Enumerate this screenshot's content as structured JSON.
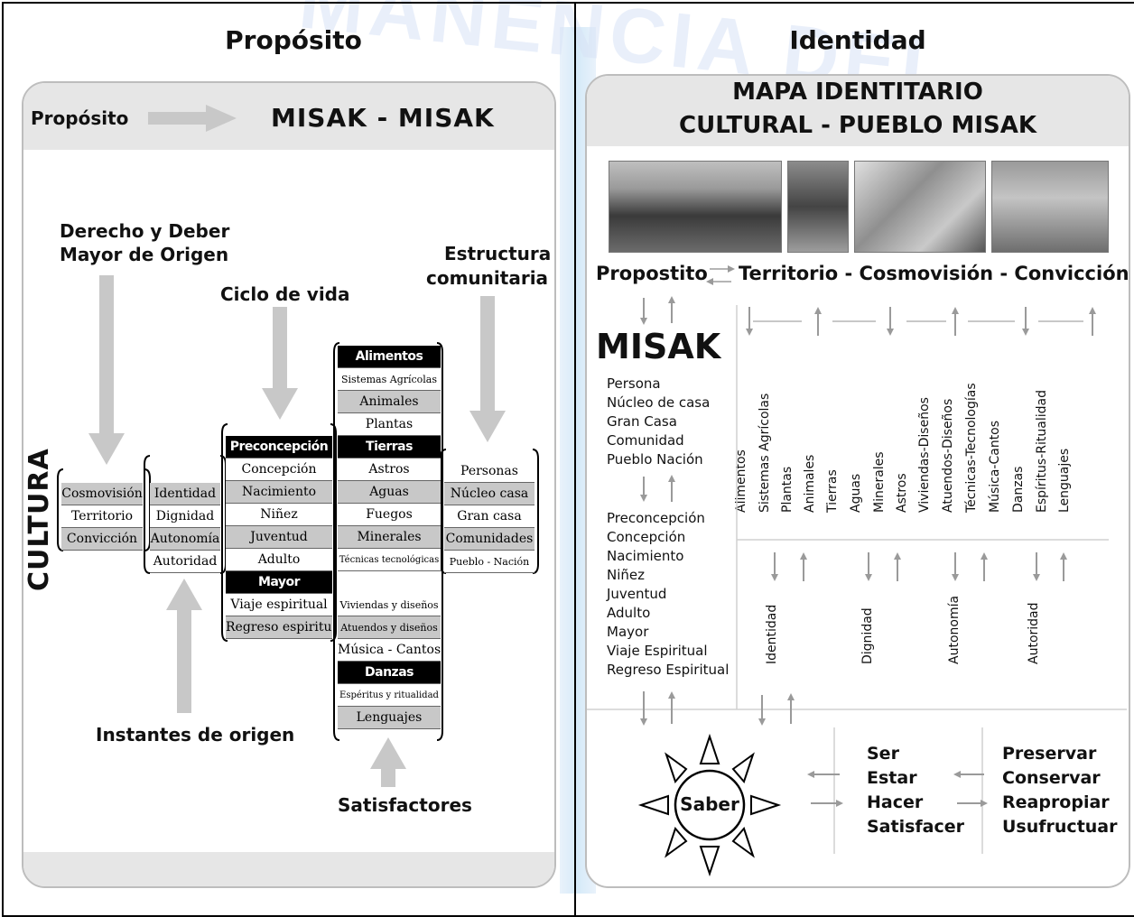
{
  "watermark": "MANENCIA DEL",
  "left": {
    "title": "Propósito",
    "header_label": "Propósito",
    "header_title": "MISAK - MISAK",
    "side_label": "CULTURA",
    "labels": {
      "derecho": "Derecho y Deber",
      "mayor_origen": "Mayor de Origen",
      "ciclo": "Ciclo de vida",
      "estructura": "Estructura",
      "comunitaria": "comunitaria",
      "instantes": "Instantes de origen",
      "satisfactores": "Satisfactores"
    },
    "col1": [
      "Cosmovisión",
      "Territorio",
      "Convicción"
    ],
    "col2": [
      "Identidad",
      "Dignidad",
      "Autonomía",
      "Autoridad"
    ],
    "col3": [
      "Preconcepción",
      "Concepción",
      "Nacimiento",
      "Niñez",
      "Juventud",
      "Adulto",
      "Mayor",
      "Viaje espiritual",
      "Regreso espiritual"
    ],
    "col4": [
      "Alimentos",
      "Sistemas Agrícolas",
      "Animales",
      "Plantas",
      "Tierras",
      "Astros",
      "Aguas",
      "Fuegos",
      "Minerales",
      "Técnicas tecnológicas",
      "Viviendas y diseños",
      "Atuendos y diseños",
      "Música - Cantos",
      "Danzas",
      "Espéritus y ritualidad",
      "Lenguajes"
    ],
    "col5": [
      "Personas",
      "Núcleo casa",
      "Gran casa",
      "Comunidades",
      "Pueblo - Nación"
    ]
  },
  "right": {
    "title": "Identidad",
    "header_line1": "MAPA IDENTITARIO",
    "header_line2": "CULTURAL - PUEBLO MISAK",
    "row_propostito": "Propostito",
    "row_territorio": "Territorio - Cosmovisión - Convicción",
    "misak": "MISAK",
    "list1": [
      "Persona",
      "Núcleo de casa",
      "Gran Casa",
      "Comunidad",
      "Pueblo Nación"
    ],
    "list2": [
      "Preconcepción",
      "Concepción",
      "Nacimiento",
      "Niñez",
      "Juventud",
      "Adulto",
      "Mayor",
      "Viaje Espiritual",
      "Regreso Espiritual"
    ],
    "vertical_items": [
      "Alimentos",
      "Sistemas Agrícolas",
      "Plantas",
      "Animales",
      "Tierras",
      "Aguas",
      "Minerales",
      "Astros",
      "Viviendas-Diseños",
      "Atuendos-Diseños",
      "Técnicas-Tecnologías",
      "Música-Cantos",
      "Danzas",
      "Espíritus-Ritualidad",
      "Lenguajes"
    ],
    "values": [
      "Identidad",
      "Dignidad",
      "Autonomía",
      "Autoridad"
    ],
    "saber": "Saber",
    "verbs1": [
      "Ser",
      "Estar",
      "Hacer",
      "Satisfacer"
    ],
    "verbs2": [
      "Preservar",
      "Conservar",
      "Reapropiar",
      "Usufructuar"
    ]
  },
  "colors": {
    "border": "#000000",
    "card_border": "#bdbdbd",
    "arrow_gray": "#c8c8c8",
    "cell_gray": "#c8c8c8",
    "header_gray": "#e6e6e6"
  }
}
